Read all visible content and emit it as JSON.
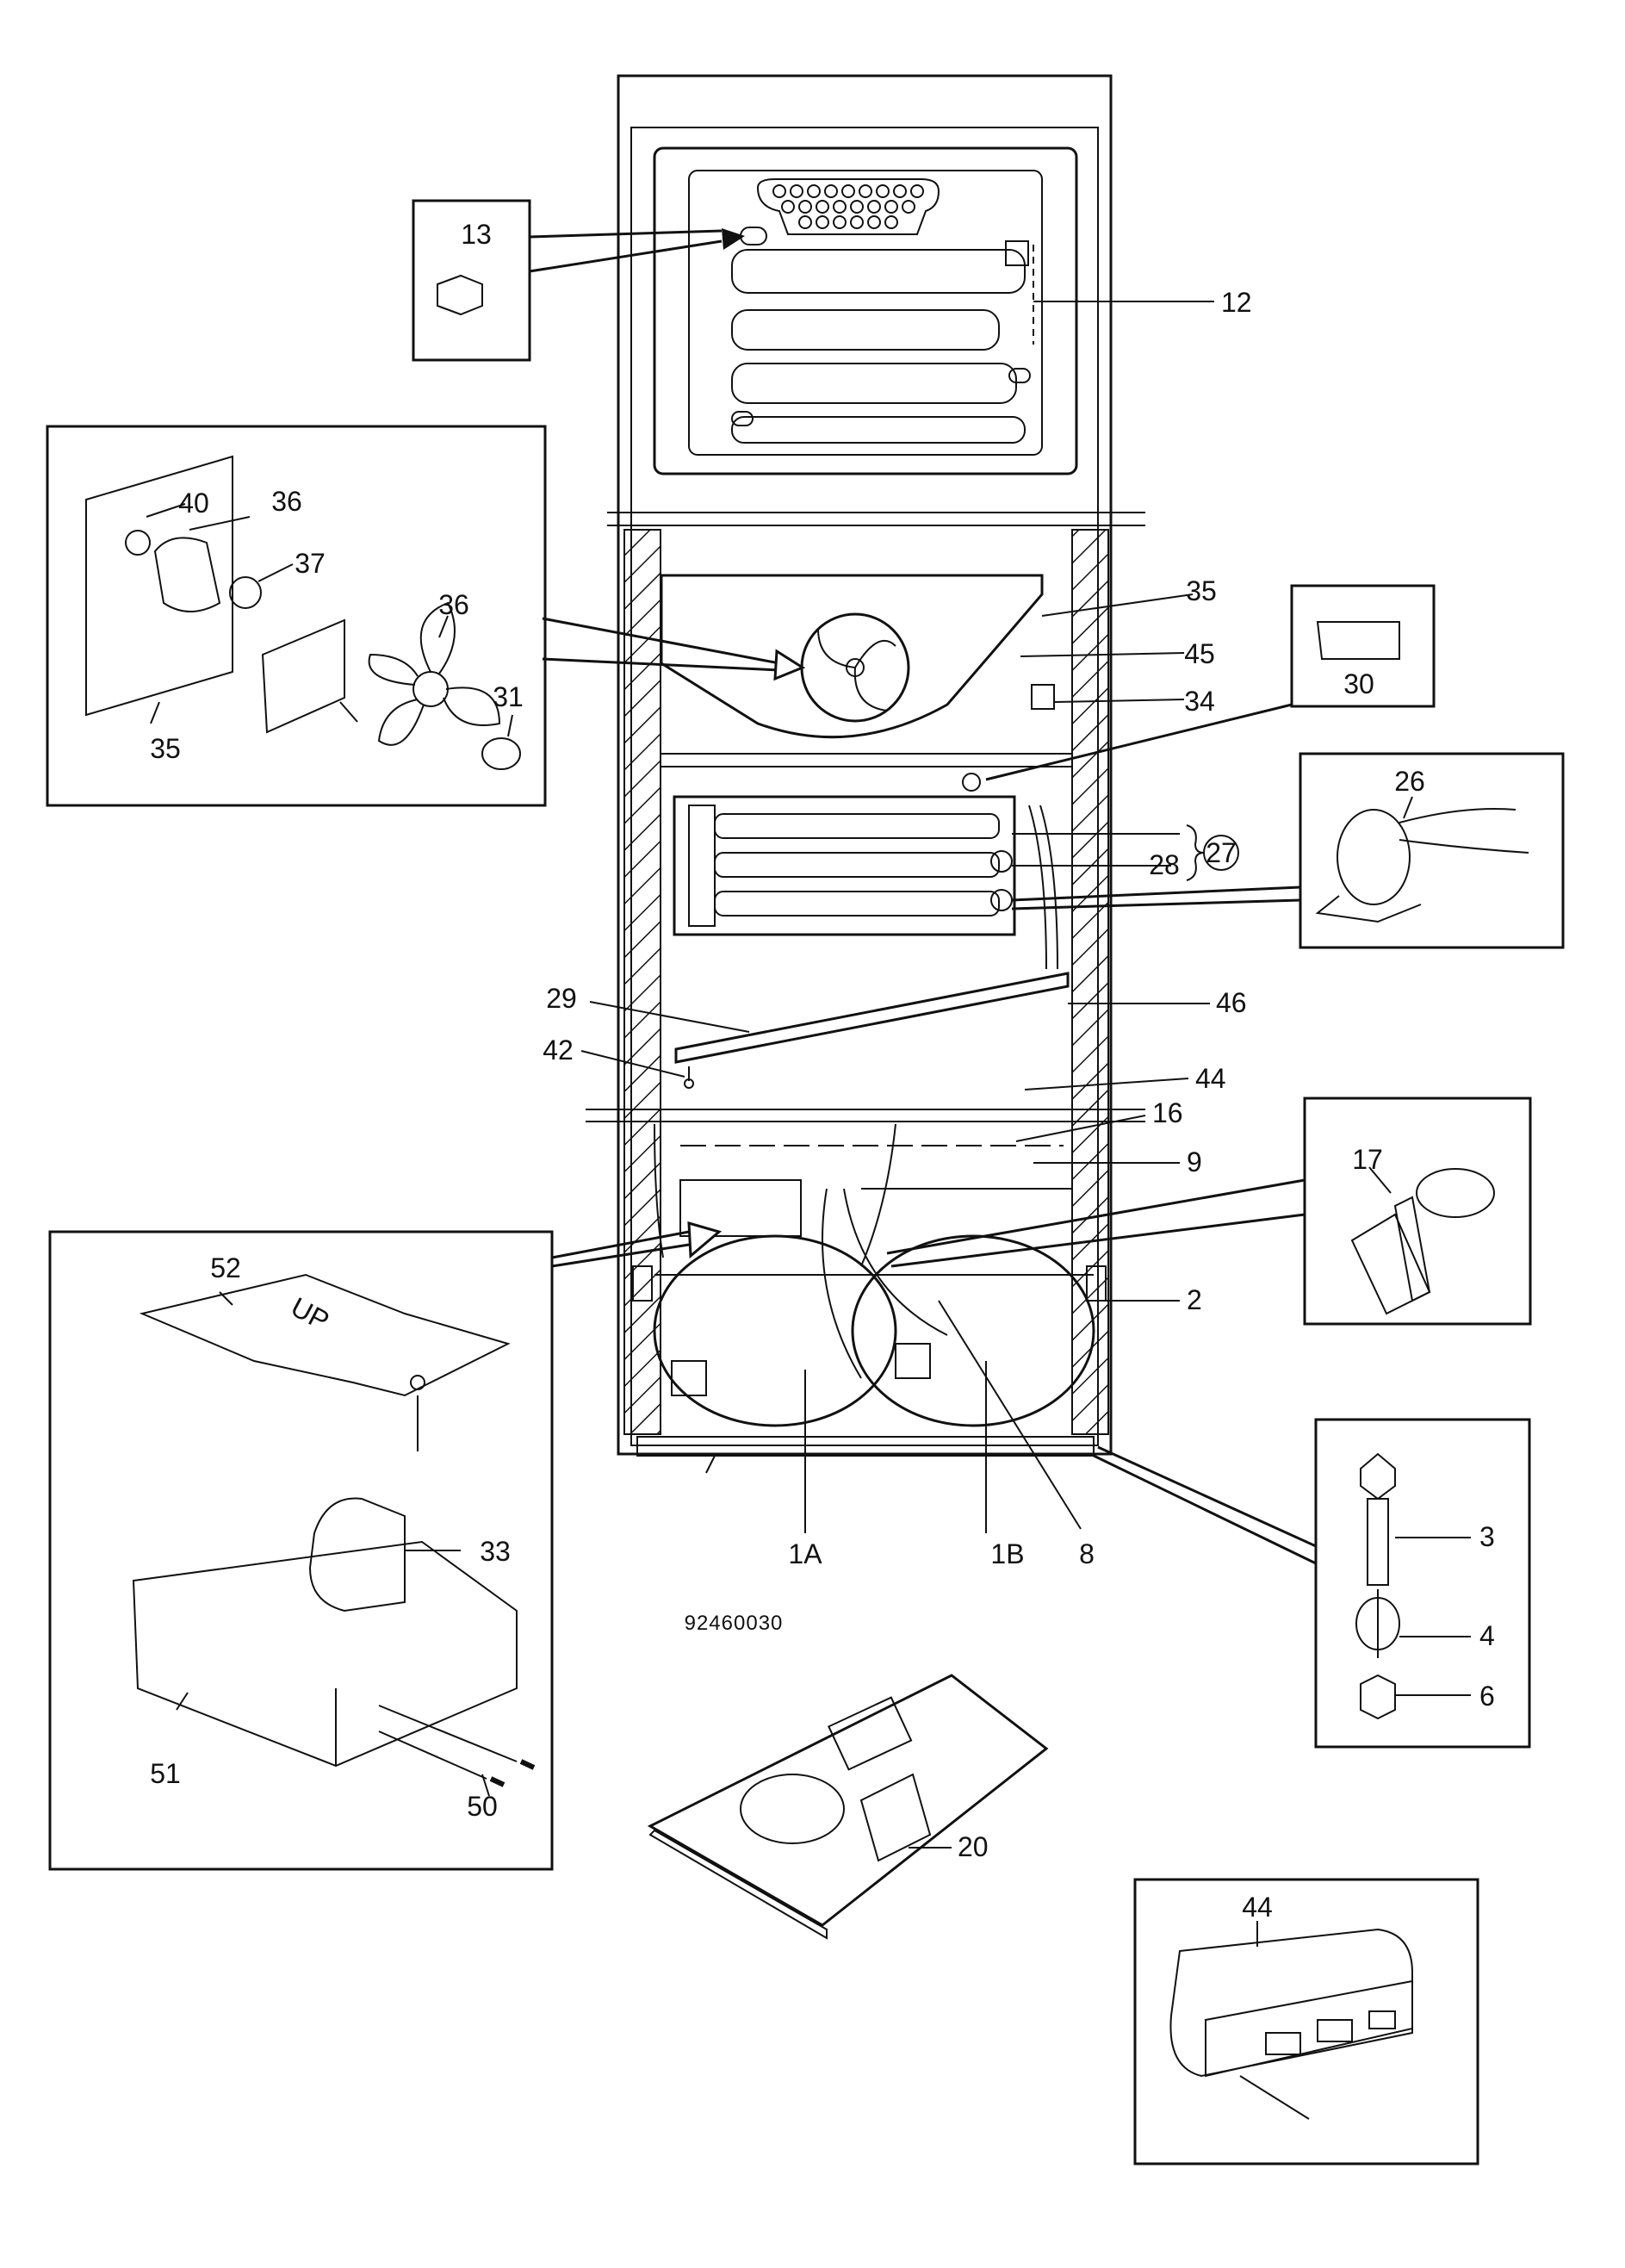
{
  "diagram": {
    "drawing_number": "92460030",
    "callouts": {
      "n12": "12",
      "n13": "13",
      "n40": "40",
      "n36a": "36",
      "n37": "37",
      "n36b": "36",
      "n31": "31",
      "n35a": "35",
      "n35b": "35",
      "n45": "45",
      "n34": "34",
      "n30": "30",
      "n26": "26",
      "n27": "27",
      "n28": "28",
      "n29": "29",
      "n46": "46",
      "n42": "42",
      "n44a": "44",
      "n16": "16",
      "n9": "9",
      "n17": "17",
      "n2": "2",
      "n52": "52",
      "n33": "33",
      "n51": "51",
      "n50": "50",
      "n1a": "1A",
      "n1b": "1B",
      "n8": "8",
      "n3": "3",
      "n4": "4",
      "n6": "6",
      "n20": "20",
      "n44b": "44"
    },
    "panel_marking": "UP"
  }
}
